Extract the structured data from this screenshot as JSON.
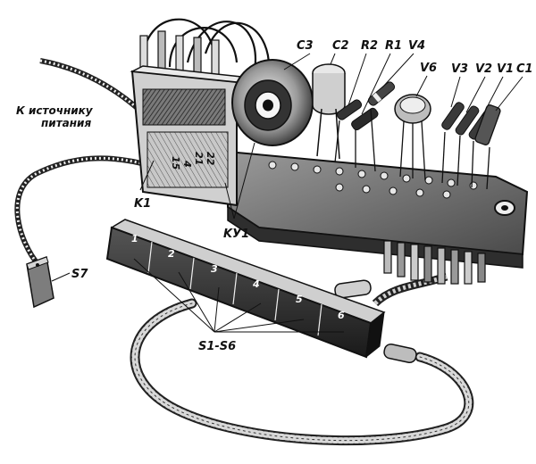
{
  "figure": {
    "caption_labels": {
      "power_note_line1": "К источнику",
      "power_note_line2": "питания",
      "k1": "K1",
      "ku1": "KУ1",
      "s7": "S7",
      "s1_s6": "S1-S6",
      "c3": "C3",
      "c2": "C2",
      "r2": "R2",
      "r1": "R1",
      "v4": "V4",
      "v6": "V6",
      "v3": "V3",
      "v2": "V2",
      "v1": "V1",
      "c1": "C1"
    },
    "switch_numbers": [
      "1",
      "2",
      "3",
      "4",
      "5",
      "6"
    ],
    "relay_marks": [
      "22",
      "21",
      "4",
      "15"
    ],
    "colors": {
      "ink": "#111111",
      "paper": "#ffffff",
      "metal_dark": "#2b2b2b",
      "metal_mid": "#8c8c8c",
      "metal_light": "#d9d9d9"
    }
  }
}
